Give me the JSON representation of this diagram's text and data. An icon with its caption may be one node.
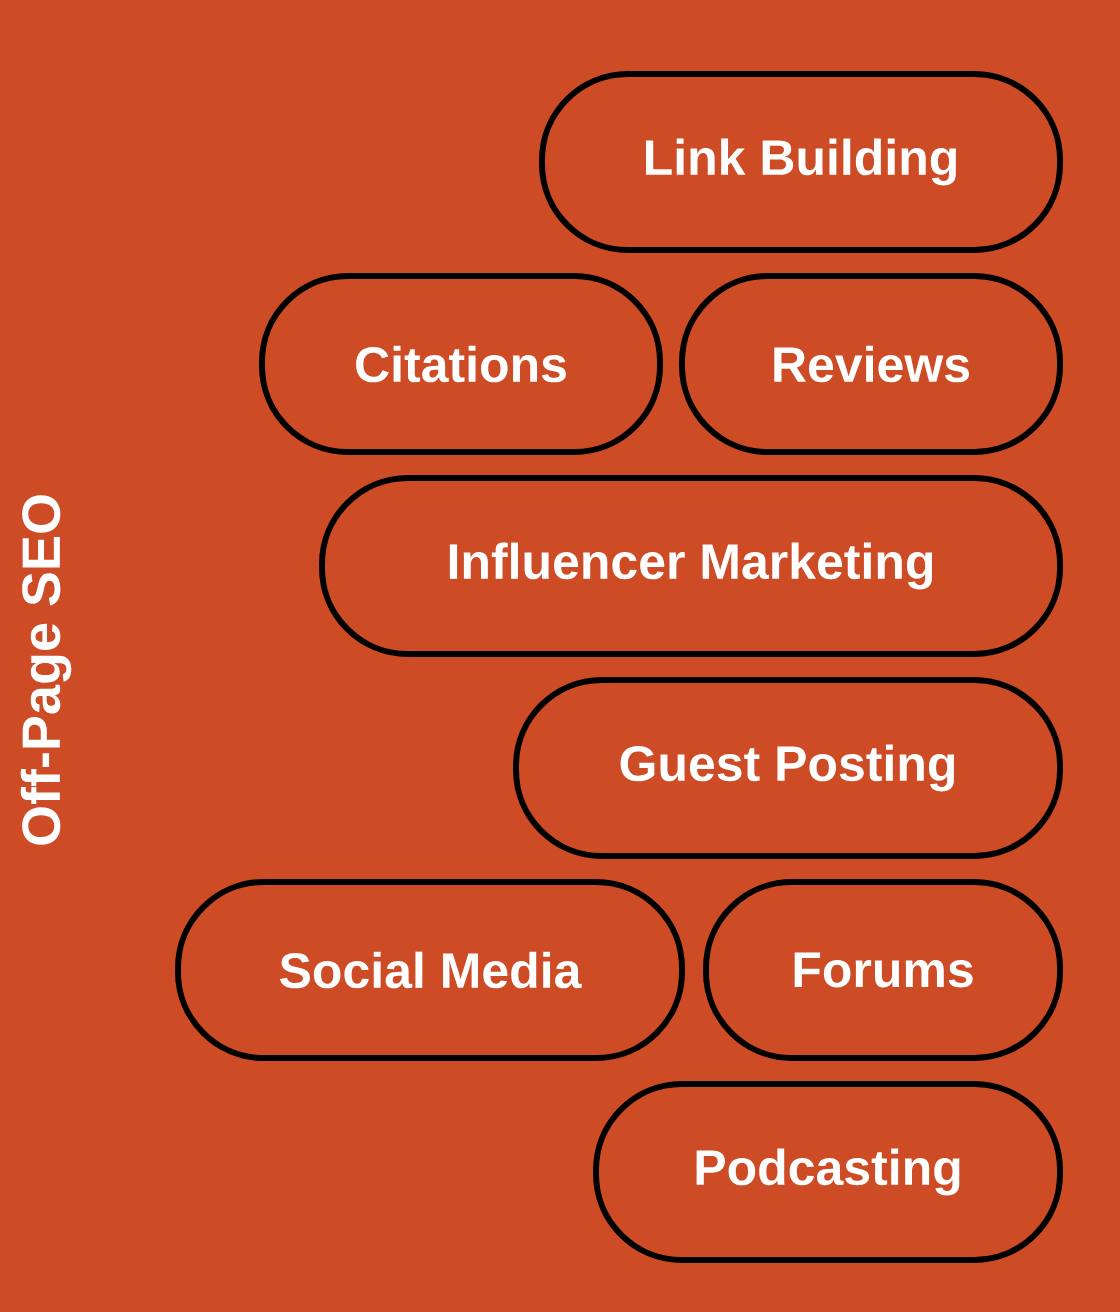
{
  "diagram": {
    "title": "Off-Page SEO",
    "nodes": [
      {
        "text": [
          "Link Building"
        ]
      },
      {
        "text": [
          "Citations"
        ]
      },
      {
        "text": [
          "Reviews"
        ]
      },
      {
        "text": [
          "Influencer Marketing"
        ]
      },
      {
        "text": [
          "Guest Posting"
        ]
      },
      {
        "text": [
          "Social Media"
        ]
      },
      {
        "text": [
          "Forums"
        ]
      },
      {
        "text": [
          "Podcasting"
        ]
      }
    ]
  }
}
